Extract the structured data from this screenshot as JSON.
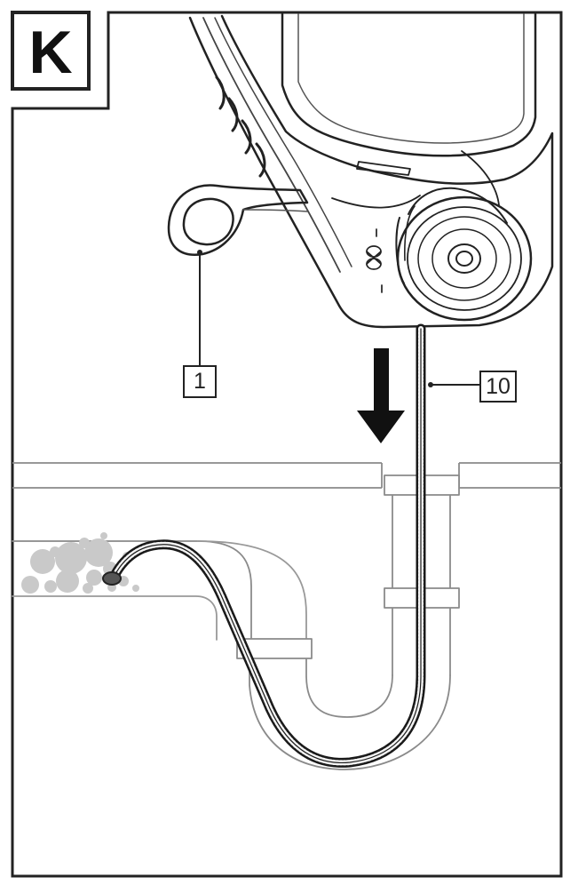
{
  "figure": {
    "panel_letter": "K",
    "callouts": {
      "handle": "1",
      "cable": "10"
    }
  },
  "colors": {
    "line": "#222222",
    "light_line": "#8a8a8a",
    "bubble": "#c9c9c9",
    "background": "#ffffff"
  },
  "icons": {
    "direction_arrow": "down-arrow-icon",
    "lock_symbol": "lock-unlock-icon"
  }
}
